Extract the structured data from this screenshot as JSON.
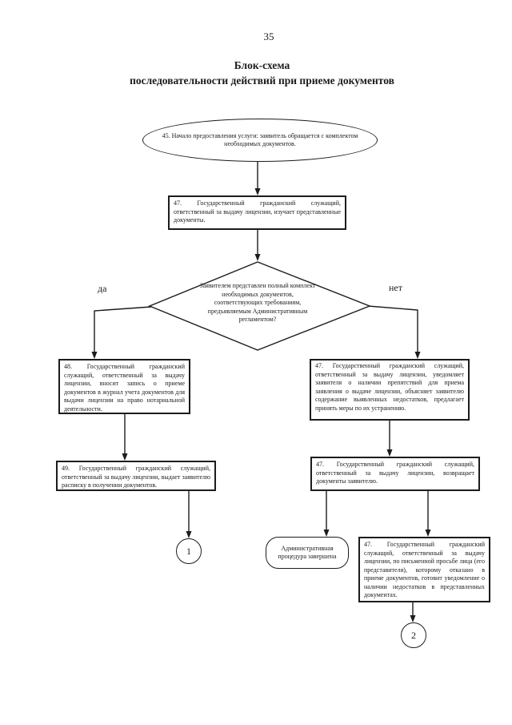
{
  "page": {
    "number": "35",
    "title_line1": "Блок-схема",
    "title_line2": "последовательности действий при приеме документов"
  },
  "flowchart": {
    "start_oval": "45. Начало предоставления услуги: заявитель обращается с комплектом необходимых документов.",
    "examine_box": "47. Государственный гражданский служащий, ответственный за выдачу лицензии, изучает представленные документы.",
    "decision_diamond": "Заявителем представлен полный комплект необходимых документов, соответствующих требованиям, предъявляемым Административным регламентом?",
    "label_yes": "да",
    "label_no": "нет",
    "record_box": "48. Государственный гражданский служащий, ответственный за выдачу лицензии, вносит запись о приеме документов в журнал учета документов для выдачи лицензии на право нотариальной деятельности.",
    "notify_box": "47. Государственный гражданский служащий, ответственный за выдачу лицензии, уведомляет заявителя о наличии препятствий для приема заявления о выдаче лицензии, объясняет заявителю содержание выявленных недостатков, предлагает принять меры по их устранению.",
    "receipt_box": "49. Государственный гражданский служащий, ответственный за выдачу лицензии, выдает заявителю расписку в получении документов.",
    "return_box": "47. Государственный гражданский служащий, ответственный за выдачу лицензии, возвращает документы заявителю.",
    "end_rounded": "Административная процедура завершена",
    "notice_box": "47. Государственный гражданский служащий, ответственный за выдачу лицензии, по письменной просьбе лица (его представителя), которому отказано в приеме документов, готовит уведомление о наличии недостатков в представленных документах.",
    "connector_1": "1",
    "connector_2": "2"
  },
  "colors": {
    "ink": "#1c1c1c",
    "paper": "#ffffff"
  }
}
